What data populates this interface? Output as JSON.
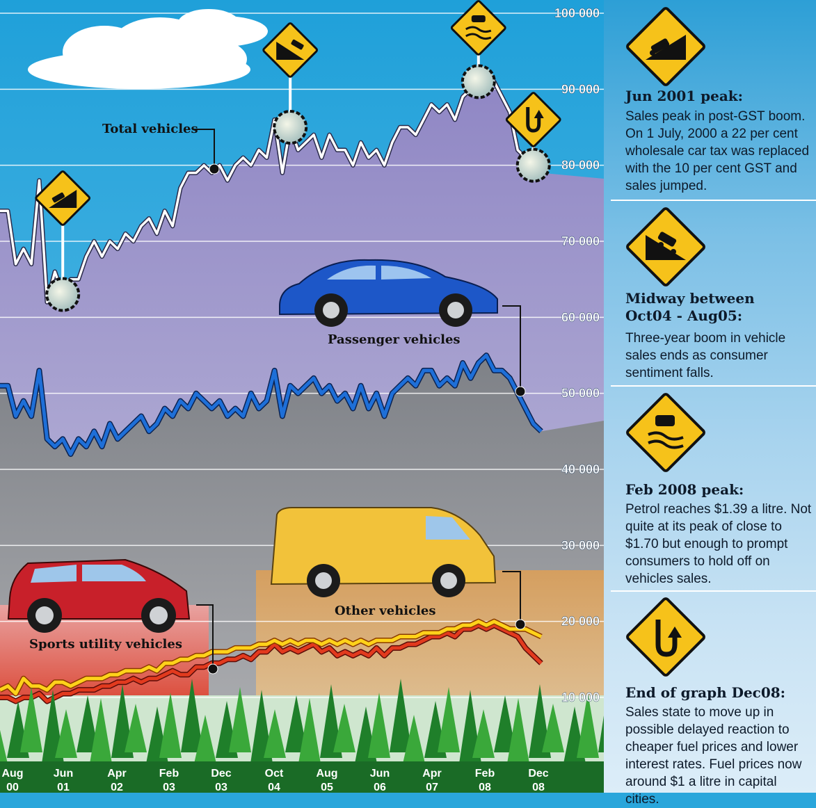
{
  "chart_data": {
    "type": "line",
    "y_ticks": [
      "100 000",
      "90 000",
      "80 000",
      "70 000",
      "60 000",
      "50 000",
      "40 000",
      "30 000",
      "20 000",
      "10 000"
    ],
    "ylim": [
      10000,
      100000
    ],
    "x_tick_labels": [
      {
        "month": "Aug",
        "year": "00"
      },
      {
        "month": "Jun",
        "year": "01"
      },
      {
        "month": "Apr",
        "year": "02"
      },
      {
        "month": "Feb",
        "year": "03"
      },
      {
        "month": "Dec",
        "year": "03"
      },
      {
        "month": "Oct",
        "year": "04"
      },
      {
        "month": "Aug",
        "year": "05"
      },
      {
        "month": "Jun",
        "year": "06"
      },
      {
        "month": "Apr",
        "year": "07"
      },
      {
        "month": "Feb",
        "year": "08"
      },
      {
        "month": "Dec",
        "year": "08"
      }
    ],
    "series": [
      {
        "name": "Total vehicles",
        "color": "#ffffff",
        "values": [
          74000,
          74000,
          67000,
          69000,
          67000,
          78000,
          62000,
          66000,
          63000,
          65000,
          65000,
          68000,
          70000,
          68000,
          70000,
          69000,
          71000,
          70000,
          72000,
          73000,
          71000,
          74000,
          72000,
          77000,
          79000,
          79000,
          80000,
          79000,
          80000,
          78000,
          80000,
          81000,
          80000,
          82000,
          81000,
          86000,
          79000,
          85000,
          82000,
          83000,
          84000,
          81000,
          84000,
          82000,
          82000,
          80000,
          83000,
          81000,
          82000,
          80000,
          83000,
          85000,
          85000,
          84000,
          86000,
          88000,
          87000,
          88000,
          86000,
          89000,
          90000,
          91000,
          92000,
          91000,
          89000,
          87000,
          82000,
          81000,
          80000,
          79000
        ]
      },
      {
        "name": "Passenger vehicles",
        "color": "#1e6fd8",
        "values": [
          51000,
          51000,
          47000,
          49000,
          47000,
          53000,
          44000,
          43000,
          44000,
          42000,
          44000,
          43000,
          45000,
          43000,
          46000,
          44000,
          45000,
          46000,
          47000,
          45000,
          46000,
          48000,
          47000,
          49000,
          48000,
          50000,
          49000,
          48000,
          49000,
          47000,
          48000,
          47000,
          50000,
          48000,
          49000,
          53000,
          47000,
          51000,
          50000,
          51000,
          52000,
          50000,
          51000,
          49000,
          50000,
          48000,
          51000,
          48000,
          50000,
          47000,
          50000,
          51000,
          52000,
          51000,
          53000,
          53000,
          51000,
          52000,
          51000,
          54000,
          52000,
          54000,
          55000,
          53000,
          53000,
          52000,
          50000,
          48000,
          46000,
          45000
        ]
      },
      {
        "name": "Sports utility vehicles",
        "color": "#e23a1e",
        "values": [
          10000,
          10000,
          9500,
          10000,
          10000,
          10500,
          9500,
          10000,
          10500,
          10500,
          11000,
          11000,
          11000,
          11500,
          11500,
          12000,
          12000,
          12500,
          12000,
          12500,
          12500,
          13000,
          13500,
          13000,
          13000,
          14000,
          14000,
          14500,
          14500,
          15000,
          15000,
          15500,
          15000,
          16000,
          16000,
          17000,
          16000,
          16500,
          16000,
          16500,
          17000,
          16000,
          16500,
          15500,
          16000,
          15500,
          16000,
          15500,
          16500,
          15500,
          16500,
          16500,
          17000,
          17000,
          17500,
          18000,
          18000,
          18500,
          18000,
          19000,
          19000,
          19500,
          19000,
          19500,
          19000,
          18500,
          18000,
          16500,
          15500,
          14500
        ]
      },
      {
        "name": "Other vehicles",
        "color": "#ffd21a",
        "values": [
          11000,
          11500,
          10500,
          12500,
          11500,
          11500,
          11000,
          12000,
          12000,
          11500,
          12000,
          12500,
          12500,
          12500,
          13000,
          13000,
          13500,
          13500,
          13500,
          14000,
          13500,
          14500,
          14500,
          15000,
          15000,
          15500,
          15500,
          16000,
          16000,
          16000,
          16500,
          16500,
          16500,
          17000,
          17000,
          17500,
          17000,
          17500,
          17000,
          17500,
          17500,
          17000,
          17500,
          17000,
          17500,
          17000,
          17500,
          17000,
          17500,
          17500,
          17500,
          18000,
          18000,
          18000,
          18500,
          18500,
          18500,
          19000,
          19000,
          19500,
          19500,
          20000,
          19500,
          20000,
          19500,
          19000,
          19000,
          19000,
          18500,
          18000
        ]
      }
    ],
    "captions": {
      "total": "Total vehicles",
      "passenger": "Passenger vehicles",
      "suv": "Sports utility vehicles",
      "other": "Other vehicles"
    }
  },
  "sidebar": {
    "items": [
      {
        "title": "Jun 2001 peak:",
        "text": "Sales peak in post-GST boom. On 1 July, 2000 a 22 per cent wholesale car tax was replaced with the 10 per cent GST and sales jumped.",
        "icon": "steep-hill-up-icon"
      },
      {
        "title": "Midway between\nOct04 - Aug05:",
        "text": "Three-year boom in vehicle sales ends as consumer sentiment falls.",
        "icon": "steep-hill-down-icon"
      },
      {
        "title": "Feb 2008 peak:",
        "text": "Petrol reaches $1.39 a litre. Not quite at its peak of close to $1.70 but enough to prompt consumers to hold off on vehicles sales.",
        "icon": "slippery-road-icon"
      },
      {
        "title": "End of graph Dec08:",
        "text": "Sales state to move up in possible delayed reaction to cheaper fuel prices and lower interest rates. Fuel prices now around $1 a litre in capital cities.",
        "icon": "u-turn-icon"
      }
    ]
  },
  "colors": {
    "sky": "#2aa6db",
    "purple_area": "#9a93c8",
    "gray_area": "#8d8f94",
    "trees": "#2e9a34",
    "sign_yellow": "#f6c21a"
  }
}
